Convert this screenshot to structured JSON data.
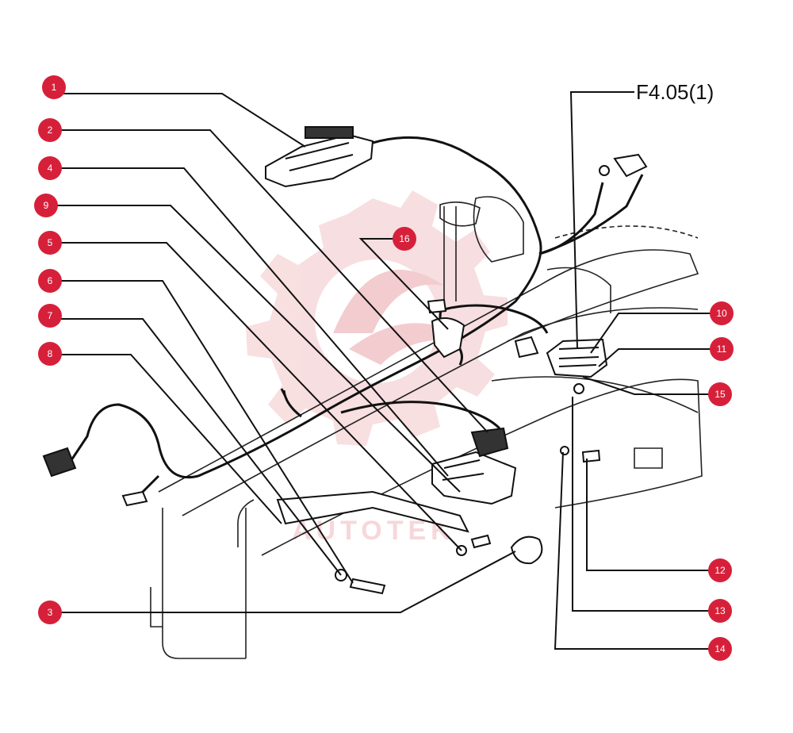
{
  "figure_ref": "F4.05(1)",
  "watermark_text": "AUTOTEK",
  "colors": {
    "callout_fill": "#d6203a",
    "callout_text": "#ffffff",
    "line": "#111111",
    "watermark": "#f0b8bc"
  },
  "callouts": [
    {
      "id": "1",
      "label": "1"
    },
    {
      "id": "2",
      "label": "2"
    },
    {
      "id": "4",
      "label": "4"
    },
    {
      "id": "9",
      "label": "9"
    },
    {
      "id": "5",
      "label": "5"
    },
    {
      "id": "6",
      "label": "6"
    },
    {
      "id": "7",
      "label": "7"
    },
    {
      "id": "8",
      "label": "8"
    },
    {
      "id": "3",
      "label": "3"
    },
    {
      "id": "16",
      "label": "16"
    },
    {
      "id": "10",
      "label": "10"
    },
    {
      "id": "11",
      "label": "11"
    },
    {
      "id": "15",
      "label": "15"
    },
    {
      "id": "12",
      "label": "12"
    },
    {
      "id": "13",
      "label": "13"
    },
    {
      "id": "14",
      "label": "14"
    }
  ]
}
